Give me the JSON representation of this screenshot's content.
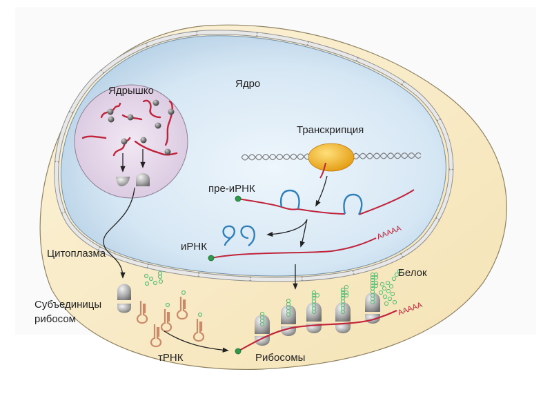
{
  "diagram": {
    "title": "Transcription and translation in a eukaryotic cell",
    "labels": {
      "nucleolus": "Ядрышко",
      "nucleus": "Ядро",
      "transcription": "Транскрипция",
      "pre_mrna": "пре-иРНК",
      "mrna": "иРНК",
      "cytoplasm": "Цитоплазма",
      "ribosome_subunits_line1": "Субъединицы",
      "ribosome_subunits_line2": "рибосом",
      "trna": "тРНК",
      "ribosomes": "Рибосомы",
      "protein": "Белок",
      "poly_a_tail_1": "AAAAA",
      "poly_a_tail_2": "AAAAA"
    },
    "colors": {
      "cytoplasm": "#f8eccb",
      "nucleus": "#c9def0",
      "nucleolus": "#e6d8ea",
      "rna": "#c0243a",
      "intron": "#2f7fb8",
      "polymerase": "#f0b020",
      "trna": "#c98a6a",
      "amino_acid": "#5dbf7a",
      "ribosome": "#a9a9a9",
      "cap": "#2e9a4a"
    }
  }
}
